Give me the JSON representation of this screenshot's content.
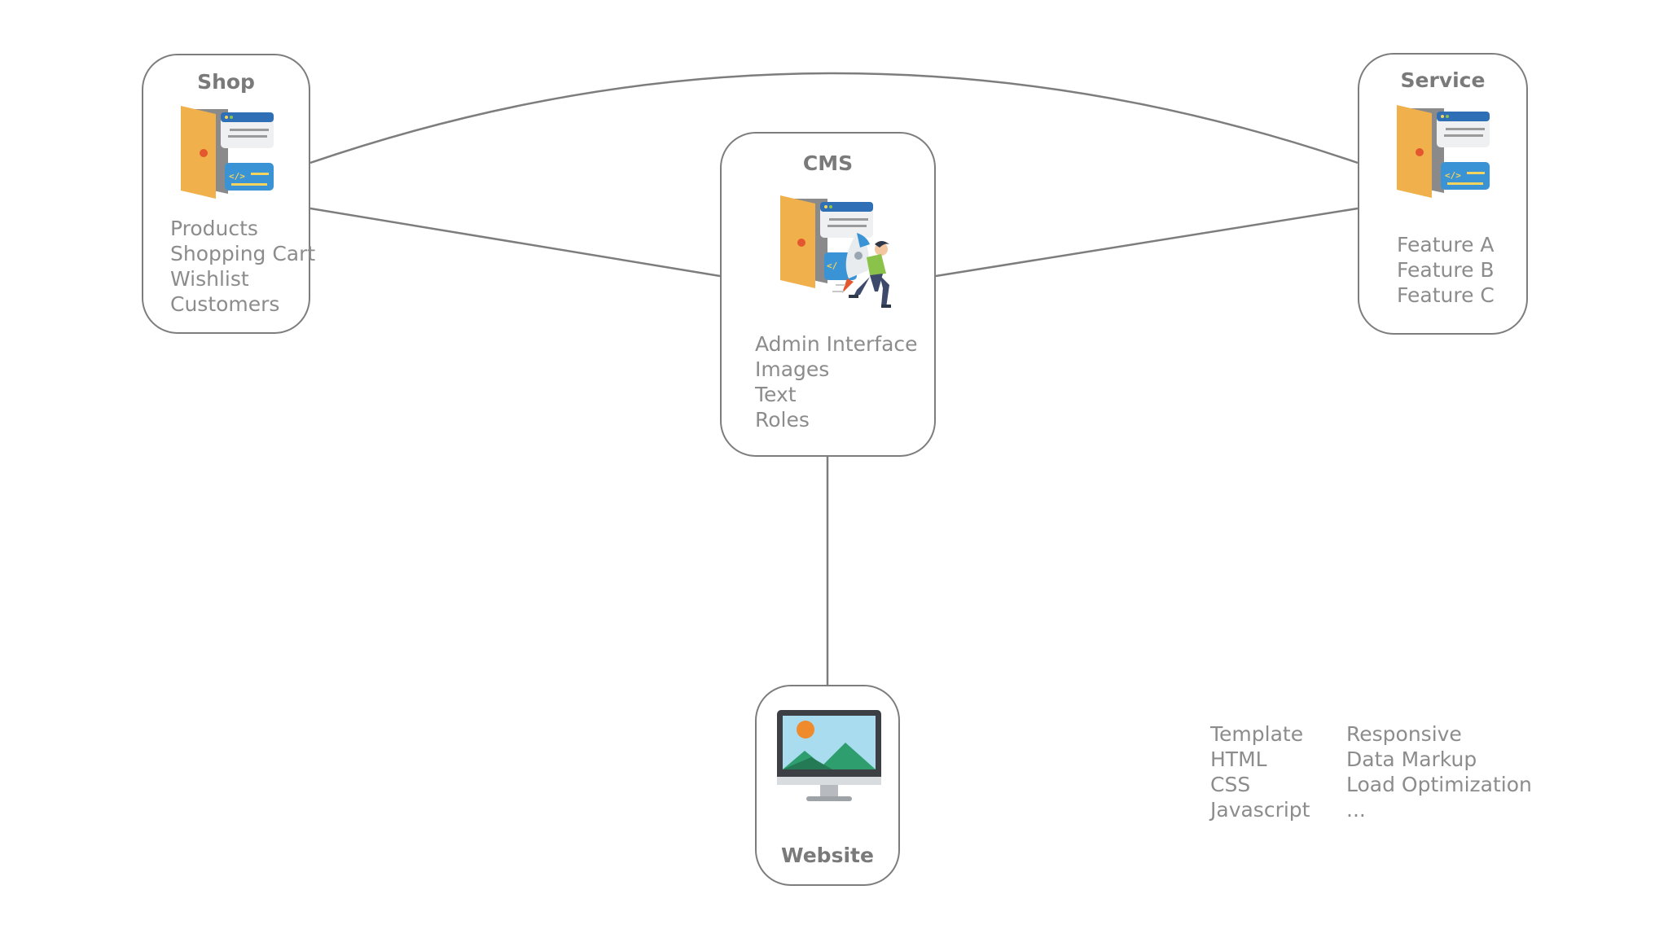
{
  "diagram": {
    "nodes": {
      "shop": {
        "title": "Shop",
        "icon": "door-code-window-icon",
        "items": [
          "Products",
          "Shopping Cart",
          "Wishlist",
          "Customers"
        ]
      },
      "cms": {
        "title": "CMS",
        "icon": "door-rocket-person-icon",
        "items": [
          "Admin Interface",
          "Images",
          "Text",
          "Roles"
        ]
      },
      "service": {
        "title": "Service",
        "icon": "door-code-window-icon",
        "items": [
          "Feature A",
          "Feature B",
          "Feature C"
        ]
      },
      "website": {
        "title": "Website",
        "icon": "monitor-landscape-icon"
      }
    },
    "edges": [
      [
        "shop",
        "service"
      ],
      [
        "shop",
        "cms"
      ],
      [
        "service",
        "cms"
      ],
      [
        "cms",
        "website"
      ]
    ],
    "notes": {
      "left": [
        "Template",
        "HTML",
        "CSS",
        "Javascript"
      ],
      "right": [
        "Responsive",
        "Data Markup",
        "Load Optimization",
        "..."
      ]
    },
    "colors": {
      "line": "#7d7d7d",
      "text": "#8c8c8c",
      "door": "#f0b04c",
      "window_header": "#2f6fb5",
      "code_box": "#3a93d4"
    }
  }
}
